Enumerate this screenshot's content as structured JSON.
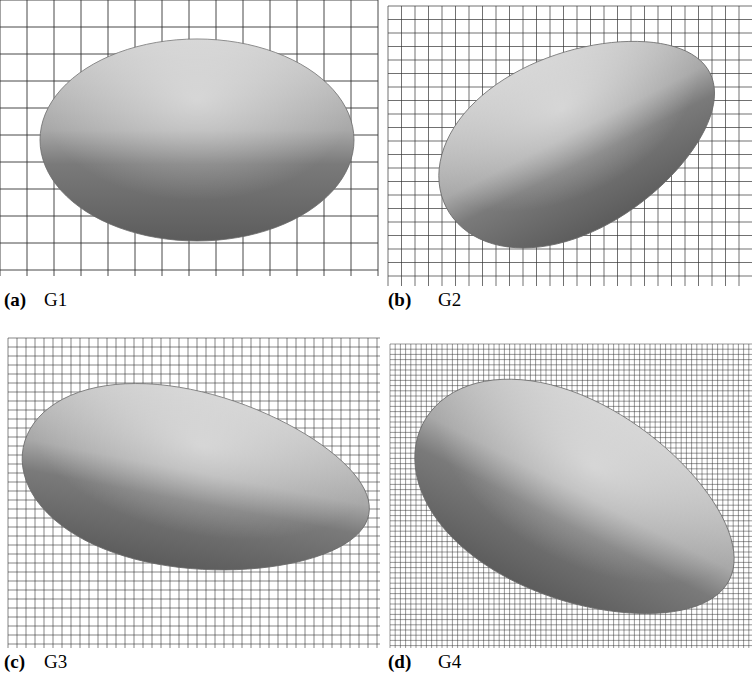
{
  "diagram": {
    "labels": [
      "(a)",
      "G1",
      "(b)",
      "G2",
      "(c)",
      "G3",
      "(d)",
      "G4"
    ]
  }
}
